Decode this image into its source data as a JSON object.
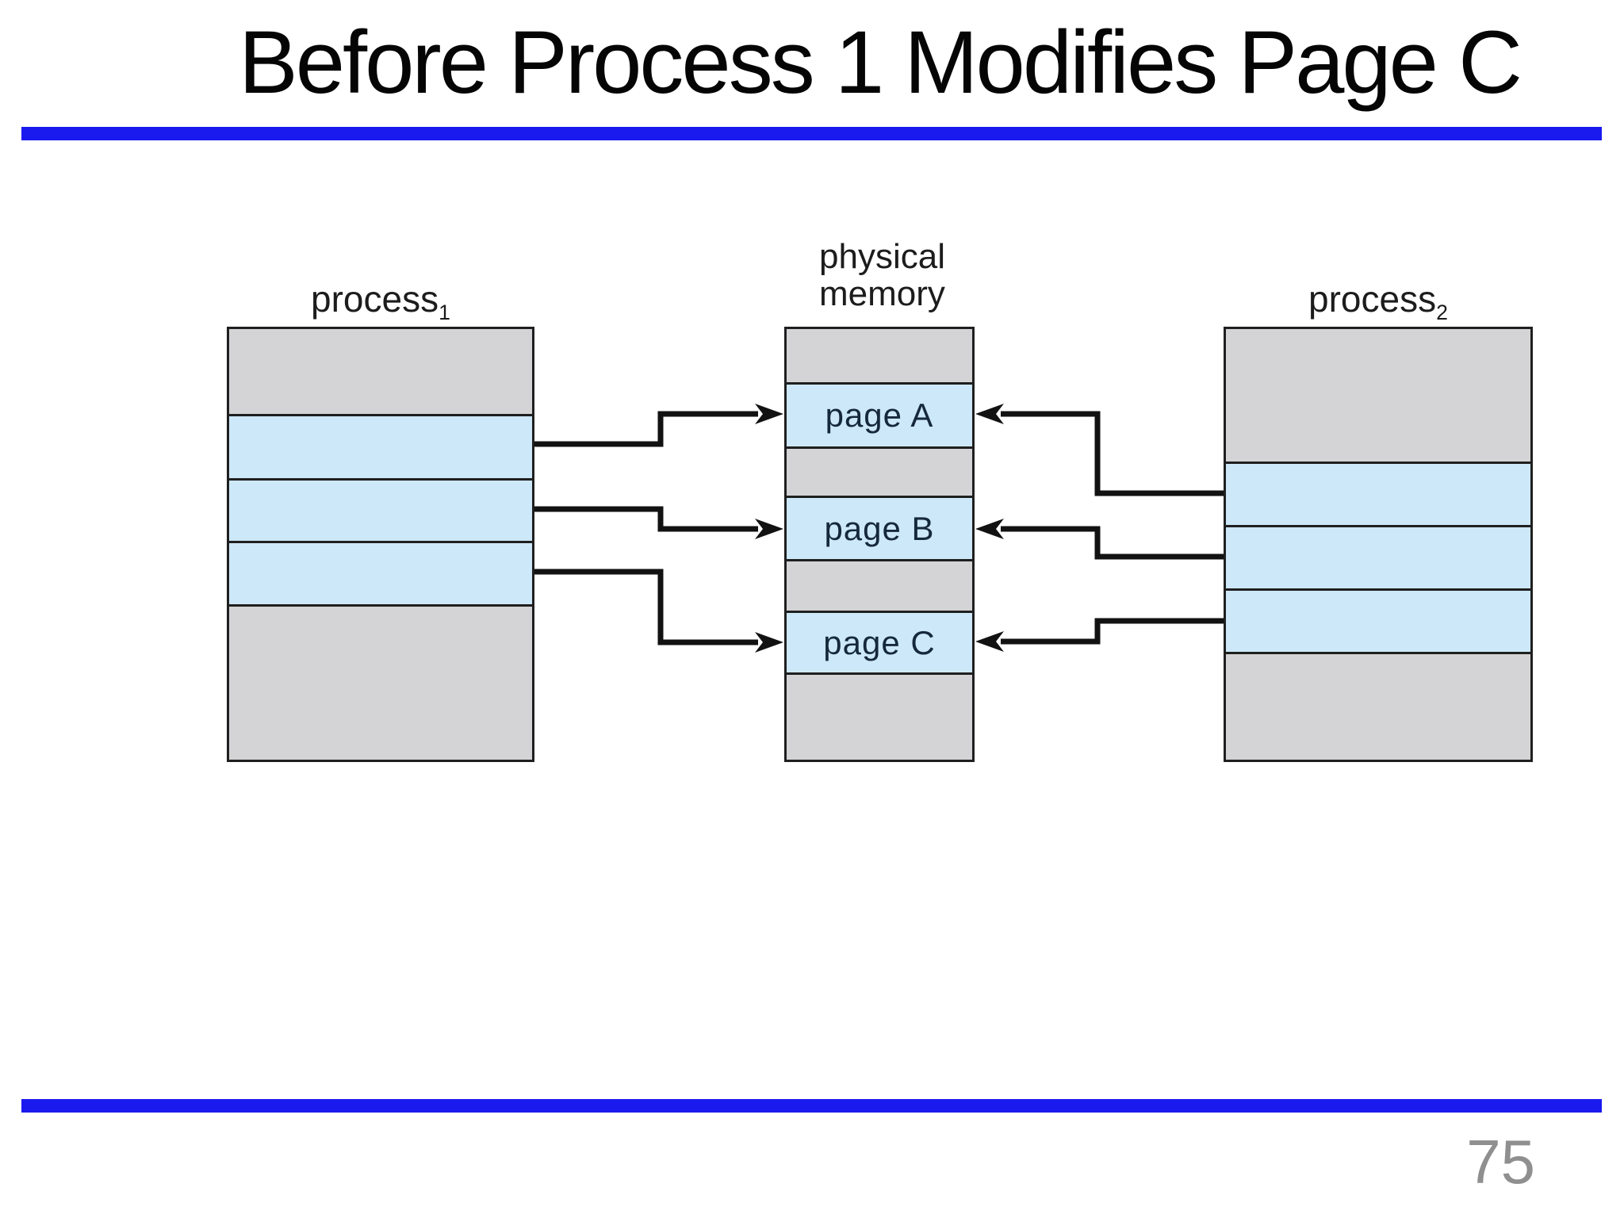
{
  "slide": {
    "title": "Before Process 1 Modifies Page C",
    "page_number": "75"
  },
  "colors": {
    "accent_rule": "#1a1aef",
    "page_fill": "#cde8f8",
    "block_fill": "#d4d4d6",
    "box_border": "#1f1f1f",
    "arrow": "#121212",
    "label_text": "#1c1c1c",
    "page_label_text": "#15293b",
    "page_number_text": "#8f8f8f",
    "title_text": "#050505"
  },
  "diagram": {
    "process1_label": {
      "base": "process",
      "sub": "1"
    },
    "memory_label": {
      "line1": "physical",
      "line2": "memory"
    },
    "process2_label": {
      "base": "process",
      "sub": "2"
    },
    "pages": {
      "a": "page A",
      "b": "page B",
      "c": "page C"
    }
  }
}
